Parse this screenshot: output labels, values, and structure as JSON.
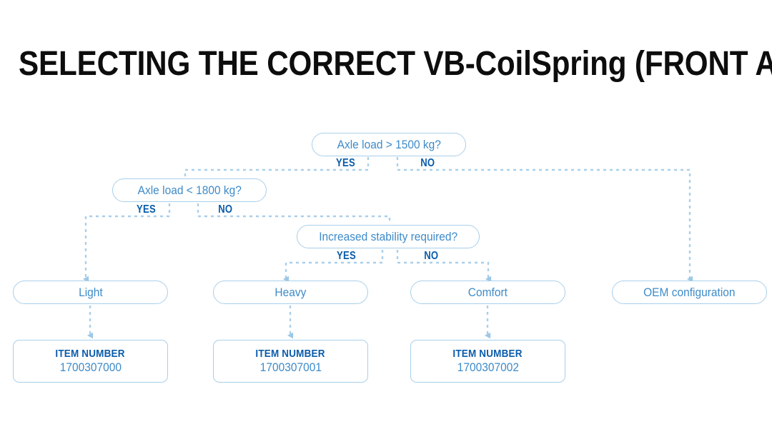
{
  "page": {
    "title": "SELECTING THE CORRECT VB-CoilSpring (FRONT AXLE)",
    "background_color": "#ffffff",
    "line_color": "#a9cfea",
    "box_border_color": "#a9cfea",
    "node_text_color": "#3e8bc9",
    "label_text_color": "#0b5cab",
    "title_color": "#0d0d0d"
  },
  "decisions": [
    {
      "id": "d1",
      "label": "Axle load > 1500 kg?",
      "yes_label": "YES",
      "no_label": "NO"
    },
    {
      "id": "d2",
      "label": "Axle load < 1800 kg?",
      "yes_label": "YES",
      "no_label": "NO"
    },
    {
      "id": "d3",
      "label": "Increased stability required?",
      "yes_label": "YES",
      "no_label": "NO"
    }
  ],
  "results": [
    {
      "id": "r1",
      "label": "Light"
    },
    {
      "id": "r2",
      "label": "Heavy"
    },
    {
      "id": "r3",
      "label": "Comfort"
    },
    {
      "id": "r4",
      "label": "OEM configuration"
    }
  ],
  "item_numbers": [
    {
      "id": "i1",
      "title": "ITEM NUMBER",
      "value": "1700307000"
    },
    {
      "id": "i2",
      "title": "ITEM NUMBER",
      "value": "1700307001"
    },
    {
      "id": "i3",
      "title": "ITEM NUMBER",
      "value": "1700307002"
    }
  ],
  "flow": {
    "description": "Decision tree for selecting VB-CoilSpring front axle variant",
    "edges": [
      {
        "from": "d1",
        "label": "YES",
        "to": "d2"
      },
      {
        "from": "d1",
        "label": "NO",
        "to": "r4"
      },
      {
        "from": "d2",
        "label": "YES",
        "to": "r1"
      },
      {
        "from": "d2",
        "label": "NO",
        "to": "d3"
      },
      {
        "from": "d3",
        "label": "YES",
        "to": "r2"
      },
      {
        "from": "d3",
        "label": "NO",
        "to": "r3"
      },
      {
        "from": "r1",
        "label": "",
        "to": "i1"
      },
      {
        "from": "r2",
        "label": "",
        "to": "i2"
      },
      {
        "from": "r3",
        "label": "",
        "to": "i3"
      }
    ]
  }
}
